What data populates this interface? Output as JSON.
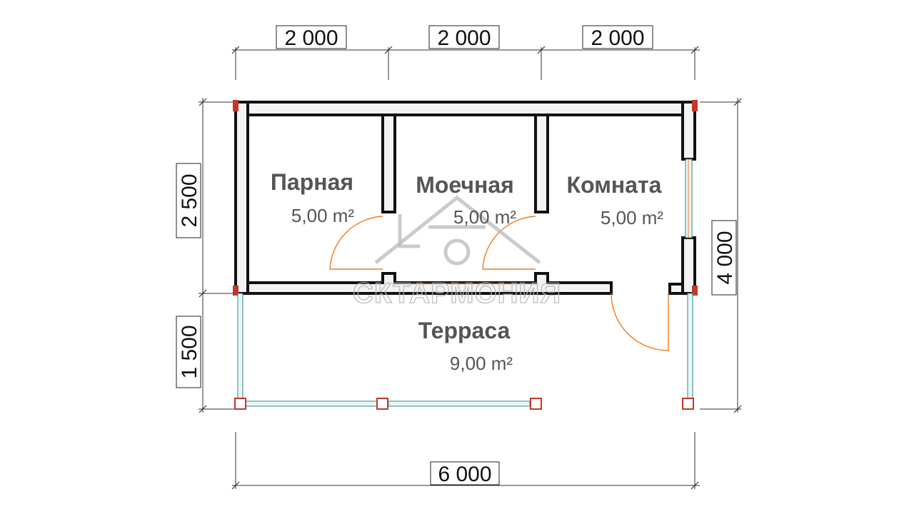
{
  "dimensions": {
    "top": [
      "2 000",
      "2 000",
      "2 000"
    ],
    "bottom": "6 000",
    "left_upper": "2 500",
    "left_lower": "1 500",
    "right": "4 000"
  },
  "rooms": [
    {
      "name": "Парная",
      "area": "5,00 m²"
    },
    {
      "name": "Моечная",
      "area": "5,00 m²"
    },
    {
      "name": "Комната",
      "area": "5,00 m²"
    },
    {
      "name": "Терраса",
      "area": "9,00 m²"
    }
  ],
  "watermark": "СКТАРМОНИЯ",
  "colors": {
    "wall": "#111111",
    "door": "#f07a1e",
    "glass": "#2a8a8a",
    "post": "#c0392b",
    "text": "#555555",
    "watermark": "#b9b9b9"
  },
  "icons": [
    "watermark-house-logo-icon"
  ]
}
